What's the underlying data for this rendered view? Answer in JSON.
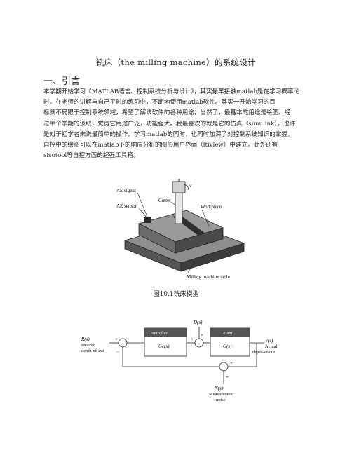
{
  "doc": {
    "title": "铣床（the milling machine）的系统设计",
    "section_heading": "一、引言",
    "paragraph_lines": [
      "本学期开始学习《MATLAB语言、控制系统分析与设计》，其实最早接触matlab是在学习概率论",
      "时。在老师的讲解与自己平时的练习中，不断地使用matlab软件。其实一开始学习的目",
      "标就不局限于控制系统领域，希望了解该软件的各种用途。当然了，最基本的用途是绘图。经",
      "过半个学期的汲取，觉得它用途广泛，功能强大。我最喜欢的就是它的仿真（simulink），也许",
      "是对于初学者来说最简单的操作。学习matlab的同时，也同时加深了对控制系统知识的掌握。",
      "自控中的绘图可以在matlab下的响应分析的图形用户界面（ltiview）中建立。此外还有",
      "sisotool等自控方面的超强工具箱。"
    ],
    "figure1": {
      "labels": {
        "ae_signal": "AE signal",
        "ae_sensor": "AE sensor",
        "cutter": "Cutter",
        "v": "v",
        "workpiece": "Workpiece",
        "table": "Milling machine table"
      },
      "caption": "图10.1铣床模型"
    },
    "figure2": {
      "labels": {
        "r": "R(s)",
        "desired1": "Desired",
        "desired2": "depth-of-cut",
        "controller": "Controller",
        "gc": "Gc(s)",
        "d": "D(s)",
        "plant": "Plant",
        "g": "G(s)",
        "y": "Y(s)",
        "actual1": "Actual",
        "actual2": "depth-of-cut",
        "n": "N(s)",
        "noise1": "Measurement",
        "noise2": "noise",
        "plus": "+",
        "minus": "−"
      }
    }
  }
}
